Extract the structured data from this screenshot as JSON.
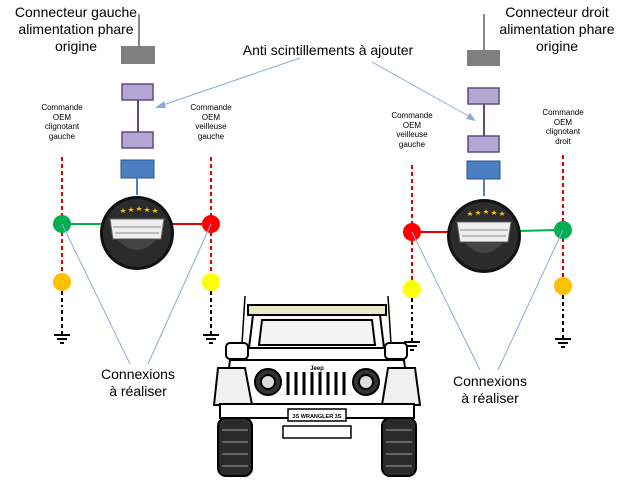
{
  "left_connector_title": [
    "Connecteur gauche",
    "alimentation phare",
    "origine"
  ],
  "right_connector_title": [
    "Connecteur droit",
    "alimentation phare",
    "origine"
  ],
  "anti_flicker_label": "Anti scintillements à ajouter",
  "left_cmd_blinker": [
    "Commande",
    "OEM",
    "clignotant",
    "gauche"
  ],
  "left_cmd_sidelight": [
    "Commande",
    "OEM",
    "veilleuse",
    "gauche"
  ],
  "right_cmd_sidelight": [
    "Commande",
    "OEM",
    "veilleuse",
    "gauche"
  ],
  "right_cmd_blinker": [
    "Commande",
    "OEM",
    "clignotant",
    "droit"
  ],
  "left_connections_label": [
    "Connexions",
    "à réaliser"
  ],
  "right_connections_label": [
    "Connexions",
    "à réaliser"
  ],
  "jeep_brand_text": "Jeep",
  "plate_text": "3S WRANGLER 3S",
  "colors": {
    "connector_gray": "#7f7f7f",
    "anti_flicker_purple": "#b4a7d6",
    "anti_flicker_border": "#604a7b",
    "module_blue": "#4a7fc1",
    "node_green": "#00b050",
    "node_red": "#ff0000",
    "node_orange": "#ffc000",
    "node_yellow": "#ffff00",
    "dashed_red": "#e00000",
    "wire_blue": "#8fa9d8"
  }
}
